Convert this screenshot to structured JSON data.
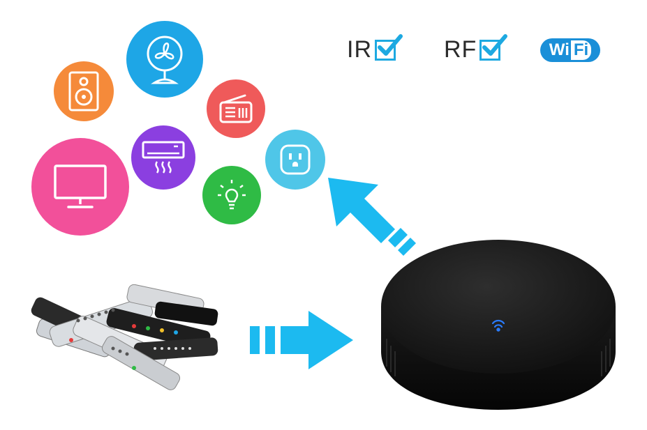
{
  "features": {
    "ir_label": "IR",
    "rf_label": "RF",
    "wifi_wi": "Wi",
    "wifi_fi": "Fi"
  },
  "icons": [
    {
      "name": "speaker-icon",
      "color": "#f58a3a"
    },
    {
      "name": "fan-icon",
      "color": "#1ea6e6"
    },
    {
      "name": "radio-icon",
      "color": "#ef5a5a"
    },
    {
      "name": "air-conditioner-icon",
      "color": "#8b3fe0"
    },
    {
      "name": "tv-icon",
      "color": "#f2509a"
    },
    {
      "name": "light-bulb-icon",
      "color": "#2fbb45"
    },
    {
      "name": "smart-plug-icon",
      "color": "#4fc6e8"
    }
  ],
  "colors": {
    "arrow": "#1cbaf0",
    "hub": "#121212",
    "hub_led": "#2a7cff",
    "check": "#1da9e1"
  }
}
